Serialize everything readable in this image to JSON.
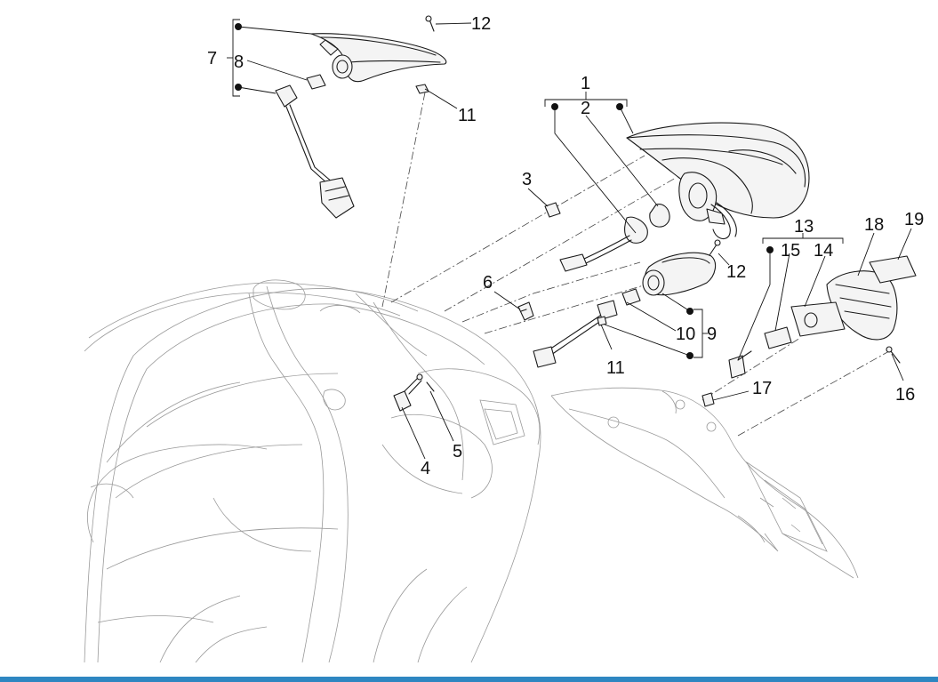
{
  "labels": {
    "l1": "1",
    "l2": "2",
    "l3": "3",
    "l4": "4",
    "l5": "5",
    "l6": "6",
    "l7": "7",
    "l8": "8",
    "l9": "9",
    "l10": "10",
    "l11a": "11",
    "l11b": "11",
    "l12a": "12",
    "l12b": "12",
    "l13": "13",
    "l14": "14",
    "l15": "15",
    "l16": "16",
    "l17": "17",
    "l18": "18",
    "l19": "19"
  },
  "colors": {
    "bar": "#2e86c1",
    "line": "#1a1a1a",
    "ghost": "#9a9a9a"
  }
}
